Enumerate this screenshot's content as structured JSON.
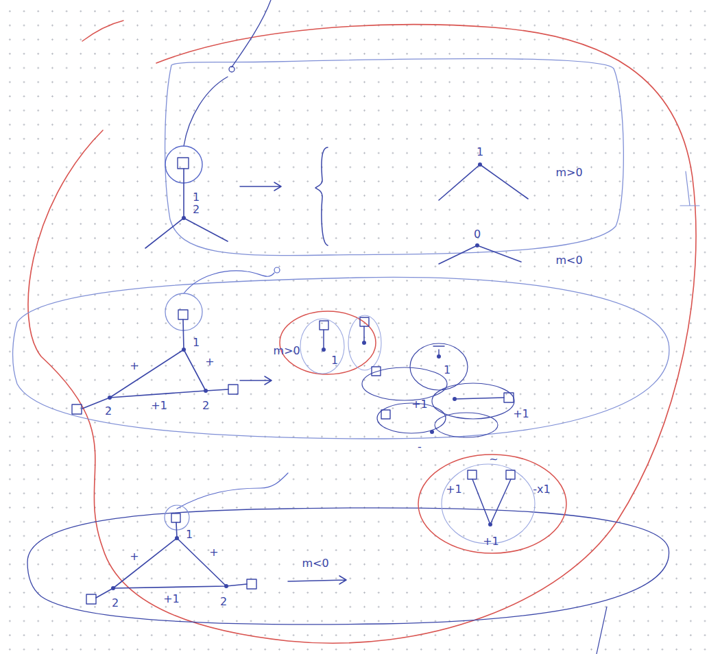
{
  "diagram": {
    "labels": [
      "1",
      "2",
      "1",
      "m>0",
      "0",
      "m<0",
      "1",
      "+",
      "+",
      "2",
      "+1",
      "2",
      "m>0",
      "1",
      "1",
      "+1",
      "+1",
      "-",
      "1",
      "+",
      "+",
      "2",
      "+1",
      "2",
      "m<0",
      "~",
      "+1",
      "-x1",
      "+1"
    ]
  }
}
